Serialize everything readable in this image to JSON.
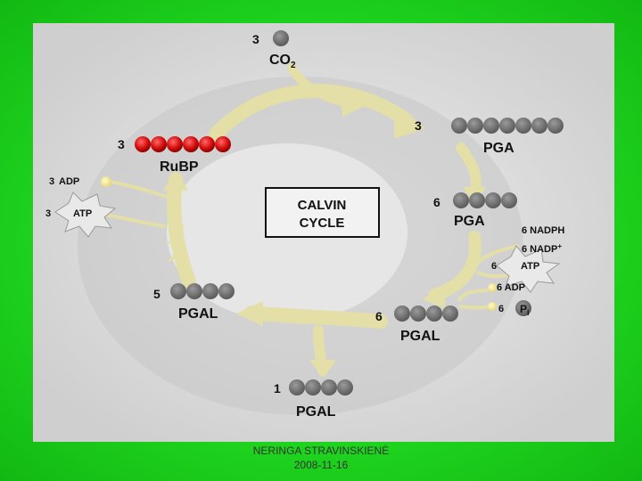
{
  "colors": {
    "frame": "#22d022",
    "panel": "#dcdcdc",
    "molecule": "#6a6a6a",
    "rubp": "#e01010",
    "arrow": "#e4e0a8",
    "highlight": "#f2e79a"
  },
  "diagram": {
    "center_label_line1": "CALVIN",
    "center_label_line2": "CYCLE",
    "co2": {
      "count": "3",
      "label": "CO",
      "subscript": "2"
    },
    "pga3": {
      "count": "3",
      "label": "PGA"
    },
    "pga6": {
      "count": "6",
      "label": "PGA"
    },
    "pgal6": {
      "count": "6",
      "label": "PGAL"
    },
    "pgal1": {
      "count": "1",
      "label": "PGAL"
    },
    "pgal5": {
      "count": "5",
      "label": "PGAL"
    },
    "rubp": {
      "count": "3",
      "label": "Ru",
      "label2": "BP"
    },
    "left_inputs": [
      {
        "count": "3",
        "label": "ADP"
      },
      {
        "count": "3",
        "label": "ATP"
      }
    ],
    "right_inputs": {
      "nadph": "6 NADPH",
      "nadp": "6 NADP",
      "nadp_sup": "+",
      "atp_count": "6",
      "atp": "ATP",
      "adp": "6 ADP",
      "pi_count": "6",
      "pi": "P",
      "pi_sub": "i"
    }
  },
  "footer": {
    "author": "NERINGA STRAVINSKIENĖ",
    "date": "2008-11-16"
  }
}
